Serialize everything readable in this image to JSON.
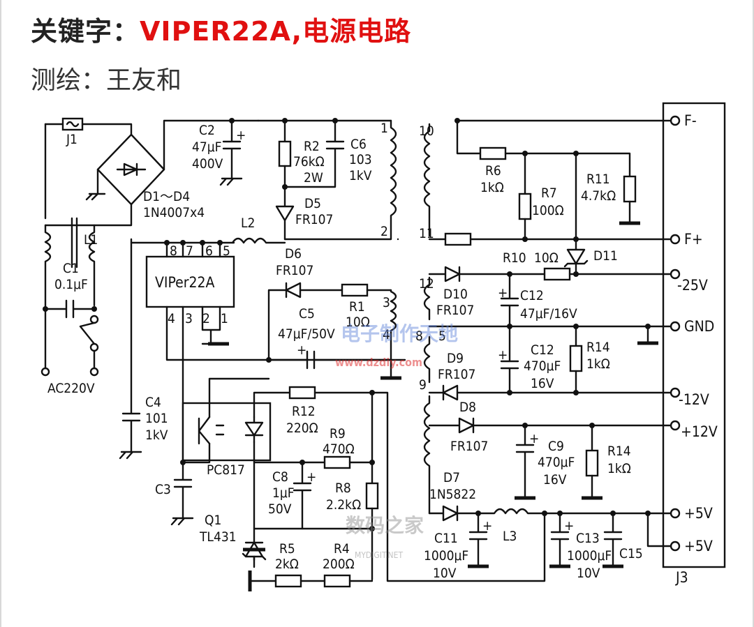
{
  "header": {
    "keyword_prefix": "关键字：",
    "keyword_value": "VIPER22A,电源电路",
    "surveyor": "测绘：王友和"
  },
  "schematic": {
    "labels": {
      "j1": "J1",
      "bridge": "D1～D4",
      "bridge_part": "1N4007x4",
      "l1": "L1",
      "c1": "C1",
      "c1_val": "0.1μF",
      "ac": "AC220V",
      "c2": "C2",
      "c2_val": "47μF",
      "c2_v": "400V",
      "r2": "R2",
      "r2_val": "76kΩ",
      "r2_w": "2W",
      "c6": "C6",
      "c6_val": "103",
      "c6_v": "1kV",
      "d5": "D5",
      "d5_part": "FR107",
      "l2": "L2",
      "ic": "VIPer22A",
      "pin8": "8",
      "pin7": "7",
      "pin6": "6",
      "pin5": "5",
      "pin4": "4",
      "pin3": "3",
      "pin2": "2",
      "pin1": "1",
      "d6": "D6",
      "d6_part": "FR107",
      "r1": "R1",
      "r1_val": "10Ω",
      "c5": "C5",
      "c5_val": "47μF/50V",
      "c4": "C4",
      "c4_val": "101",
      "c4_v": "1kV",
      "c3": "C3",
      "pc817": "PC817",
      "r12": "R12",
      "r12_val": "220Ω",
      "r9": "R9",
      "r9_val": "470Ω",
      "c8": "C8",
      "c8_val": "1μF",
      "c8_v": "50V",
      "r8": "R8",
      "r8_val": "2.2kΩ",
      "q1": "Q1",
      "q1_part": "TL431",
      "r5": "R5",
      "r5_val": "2kΩ",
      "r4": "R4",
      "r4_val": "200Ω",
      "t1": "1",
      "t2": "2",
      "t3": "3",
      "t4": "4",
      "t5": "5",
      "t8": "8",
      "t9": "9",
      "t10": "10",
      "t11": "11",
      "t12": "12",
      "r6": "R6",
      "r6_val": "1kΩ",
      "r7": "R7",
      "r7_val": "100Ω",
      "r11": "R11",
      "r11_val": "4.7kΩ",
      "r10": "R10",
      "r10_val": "10Ω",
      "d11": "D11",
      "d10": "D10",
      "d10_part": "FR107",
      "c12a": "C12",
      "c12a_val": "47μF/16V",
      "d9": "D9",
      "d9_part": "FR107",
      "c12b": "C12",
      "c12b_val": "470μF",
      "c12b_v": "16V",
      "r14a": "R14",
      "r14a_val": "1kΩ",
      "d8": "D8",
      "d8_part": "FR107",
      "c9": "C9",
      "c9_val": "470μF",
      "c9_v": "16V",
      "r14b": "R14",
      "r14b_val": "1kΩ",
      "d7": "D7",
      "d7_part": "1N5822",
      "c11": "C11",
      "c11_val": "1000μF",
      "c11_v": "10V",
      "l3": "L3",
      "c13": "C13",
      "c13_val": "1000μF",
      "c13_v": "10V",
      "c15": "C15",
      "j3": "J3",
      "out_fm": "F-",
      "out_fp": "F+",
      "out_m25": "-25V",
      "out_gnd": "GND",
      "out_m12": "-12V",
      "out_p12": "+12V",
      "out_p5a": "+5V",
      "out_p5b": "+5V"
    },
    "watermarks": {
      "w1": "电子制作天地",
      "w2": "www.dzdiy.com",
      "w3": "数码之家",
      "w4": "MYDIGIT.NET"
    }
  }
}
